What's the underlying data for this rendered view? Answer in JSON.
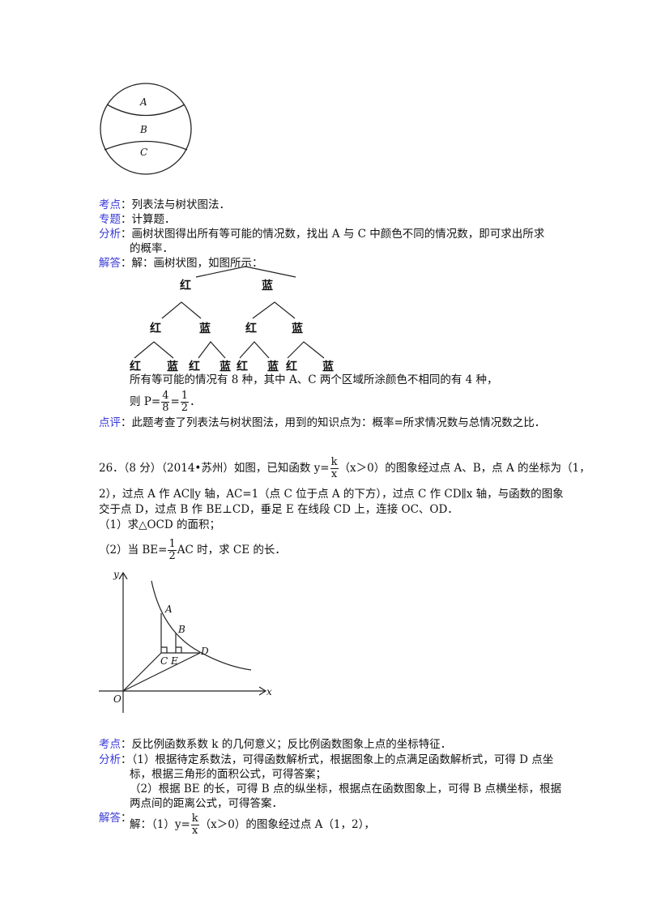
{
  "figure1": {
    "labels": [
      "A",
      "B",
      "C"
    ]
  },
  "q25_solution": {
    "kaodian_label": "考点",
    "kaodian": "：列表法与树状图法．",
    "zhuanti_label": "专题",
    "zhuanti": "：计算题．",
    "fenxi_label": "分析",
    "fenxi_line1": "：画树状图得出所有等可能的情况数，找出 A 与 C 中颜色不同的情况数，即可求出所求",
    "fenxi_line2": "的概率．",
    "jieda_label": "解答",
    "jieda": "：解：画树状图，如图所示：",
    "tree": {
      "level1": [
        "红",
        "蓝"
      ],
      "level2": [
        "红",
        "蓝",
        "红",
        "蓝"
      ],
      "level3": [
        "红",
        "蓝",
        "红",
        "蓝",
        "红",
        "蓝",
        "红",
        "蓝"
      ]
    },
    "result_line": "所有等可能的情况有 8 种，其中 A、C 两个区域所涂颜色不相同的有 4 种，",
    "prob_prefix": "则 P=",
    "prob_frac1_num": "4",
    "prob_frac1_den": "8",
    "prob_eq": "=",
    "prob_frac2_num": "1",
    "prob_frac2_den": "2",
    "prob_suffix": "．",
    "dianping_label": "点评",
    "dianping": "：此题考查了列表法与树状图法，用到的知识点为：概率=所求情况数与总情况数之比．"
  },
  "q26": {
    "line1_a": "26．（8 分）（2014•苏州）如图，已知函数 y=",
    "frac_num": "k",
    "frac_den": "x",
    "line1_b": "（x＞0）的图象经过点 A、B，点 A 的坐标为（1，",
    "line2": "2），过点 A 作 AC∥y 轴，AC=1（点 C 位于点 A 的下方），过点 C 作 CD∥x 轴，与函数的图象",
    "line3": "交于点 D，过点 B 作 BE⊥CD，垂足 E 在线段 CD 上，连接 OC、OD．",
    "part1": "（1）求△OCD 的面积；",
    "part2_a": "（2）当 BE=",
    "part2_num": "1",
    "part2_den": "2",
    "part2_b": "AC 时，求 CE 的长．",
    "figure": {
      "axis_x": "x",
      "axis_y": "y",
      "origin": "O",
      "points": [
        "A",
        "B",
        "C",
        "D",
        "E"
      ]
    }
  },
  "q26_solution": {
    "kaodian_label": "考点",
    "kaodian": "：反比例函数系数 k 的几何意义；反比例函数图象上点的坐标特征．",
    "fenxi_label": "分析",
    "fenxi_line1": "：（1）根据待定系数法，可得函数解析式，根据图象上的点满足函数解析式，可得 D 点坐",
    "fenxi_line2": "标，根据三角形的面积公式，可得答案；",
    "fenxi_line3": "（2）根据 BE 的长，可得 B 点的纵坐标，根据点在函数图象上，可得 B 点横坐标，根据",
    "fenxi_line4": "两点间的距离公式，可得答案．",
    "jieda_label": "解答",
    "jieda_a": "解：（1）y=",
    "jieda_num": "k",
    "jieda_den": "x",
    "jieda_b": "（x＞0）的图象经过点 A（1，2），"
  }
}
